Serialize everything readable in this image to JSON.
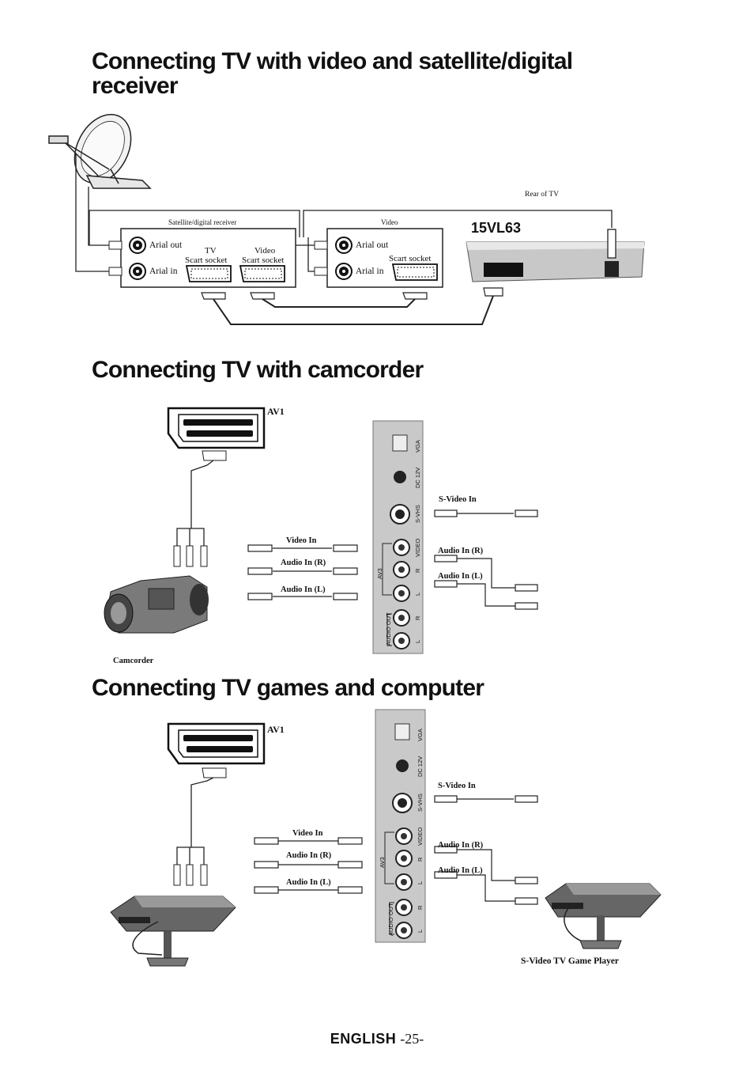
{
  "sections": [
    {
      "title_line1": "Connecting TV with video and satellite/digital",
      "title_line2": "receiver"
    },
    {
      "title": "Connecting TV with camcorder"
    },
    {
      "title": "Connecting TV games and computer"
    }
  ],
  "diagram1": {
    "rear_of_tv": "Rear of TV",
    "model": "15VL63",
    "receiver": {
      "label": "Satellite/digital receiver",
      "arial_out": "Arial out",
      "arial_in": "Arial in",
      "tv_line1": "TV",
      "tv_line2": "Scart socket",
      "video_line1": "Video",
      "video_line2": "Scart socket"
    },
    "video": {
      "label": "Video",
      "arial_out": "Arial out",
      "arial_in": "Arial in",
      "scart": "Scart socket"
    }
  },
  "diagram2": {
    "av1": "AV1",
    "camcorder": "Camcorder",
    "video_in": "Video In",
    "audio_in_r": "Audio In (R)",
    "audio_in_l": "Audio In (L)",
    "svideo_in": "S-Video In",
    "right_audio_r": "Audio In (R)",
    "right_audio_l": "Audio In (L)"
  },
  "diagram3": {
    "av1": "AV1",
    "video_in": "Video In",
    "audio_in_r": "Audio In (R)",
    "audio_in_l": "Audio In (L)",
    "svideo_in": "S-Video In",
    "right_audio_r": "Audio In (R)",
    "right_audio_l": "Audio In (L)",
    "game_player": "S-Video TV Game Player"
  },
  "panel_labels": {
    "vga": "VGA",
    "dc": "DC 12V",
    "svhs": "S-VHS",
    "video": "VIDEO",
    "r": "R",
    "l": "L",
    "av3": "AV3",
    "audio_out": "AUDIO OUT"
  },
  "footer": {
    "language": "ENGLISH",
    "page": "-25-"
  }
}
